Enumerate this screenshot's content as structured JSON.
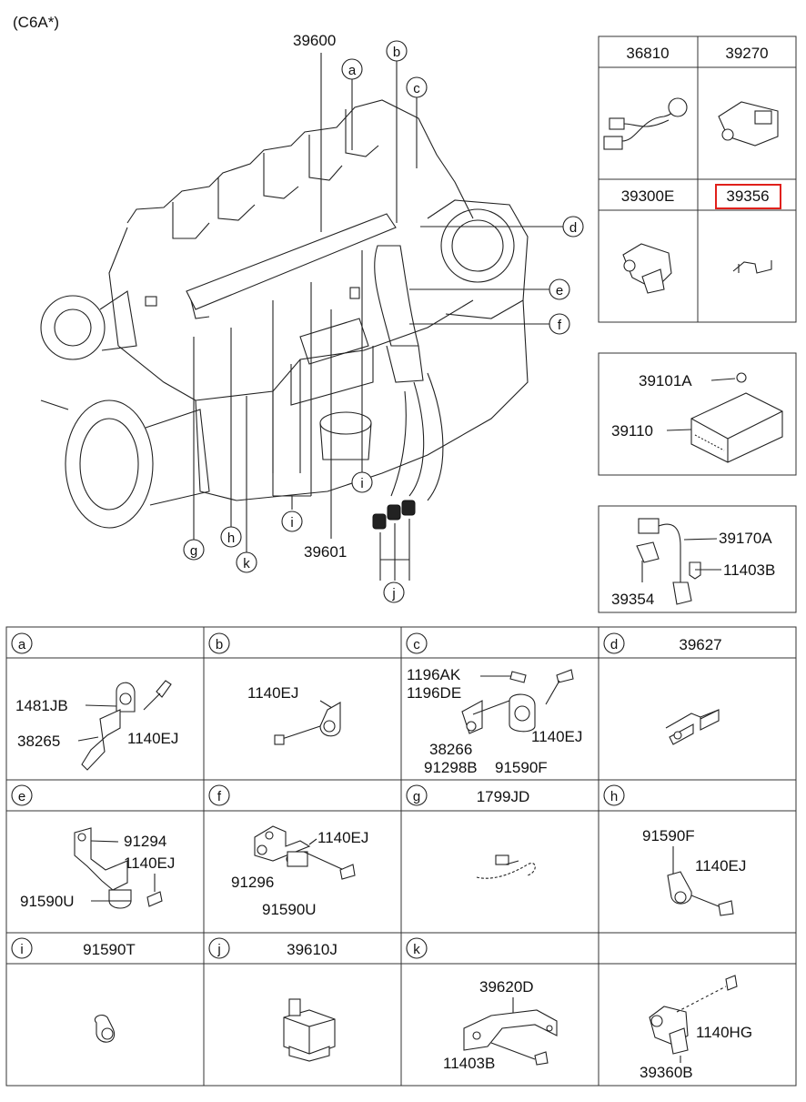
{
  "header": {
    "model": "(C6A*)"
  },
  "main_diagram": {
    "callouts": {
      "a": "a",
      "b": "b",
      "c": "c",
      "d": "d",
      "e": "e",
      "f": "f",
      "g": "g",
      "h": "h",
      "i_upper": "i",
      "i_lower": "i",
      "j": "j",
      "k": "k"
    },
    "part_39600": "39600",
    "part_39601": "39601"
  },
  "side_panel": {
    "cells": [
      {
        "id": "36810"
      },
      {
        "id": "39270"
      },
      {
        "id": "39300E"
      },
      {
        "id": "39356",
        "highlighted": true,
        "highlight_color": "#e0201b"
      }
    ],
    "ecu_box": {
      "bolt": "39101A",
      "ecu": "39110"
    },
    "sensor_box": {
      "sensor": "39170A",
      "bolt": "11403B",
      "clip": "39354"
    }
  },
  "detail_grid": {
    "rows": [
      [
        {
          "key": "a",
          "title": "",
          "labels": [
            "1481JB",
            "38265",
            "1140EJ"
          ]
        },
        {
          "key": "b",
          "title": "",
          "labels": [
            "1140EJ"
          ]
        },
        {
          "key": "c",
          "title": "",
          "labels": [
            "1196AK",
            "1196DE",
            "38266",
            "91298B",
            "91590F",
            "1140EJ"
          ]
        },
        {
          "key": "d",
          "title": "39627",
          "labels": []
        }
      ],
      [
        {
          "key": "e",
          "title": "",
          "labels": [
            "91294",
            "1140EJ",
            "91590U"
          ]
        },
        {
          "key": "f",
          "title": "",
          "labels": [
            "1140EJ",
            "91296",
            "91590U"
          ]
        },
        {
          "key": "g",
          "title": "1799JD",
          "labels": []
        },
        {
          "key": "h",
          "title": "",
          "labels": [
            "91590F",
            "1140EJ"
          ]
        }
      ],
      [
        {
          "key": "i",
          "title": "91590T",
          "labels": []
        },
        {
          "key": "j",
          "title": "39610J",
          "labels": []
        },
        {
          "key": "k",
          "title": "",
          "labels": [
            "39620D",
            "11403B"
          ]
        },
        {
          "key": "",
          "title": "",
          "labels": [
            "1140HG",
            "39360B"
          ]
        }
      ]
    ]
  }
}
